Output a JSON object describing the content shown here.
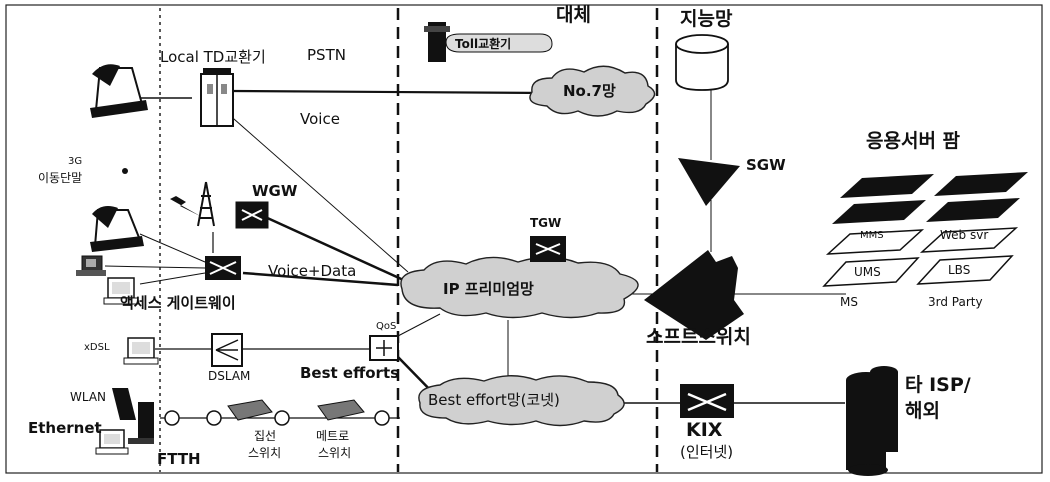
{
  "regions": {
    "pstn": "PSTN",
    "replacement": "대체",
    "intelligent_network": "지능망"
  },
  "nodes": {
    "local_exchange": "Local TD교환기",
    "toll_exchange": "Toll교환기",
    "no7_network": "No.7망",
    "sgw": "SGW",
    "app_server_farm": "응용서버 팜",
    "servers": [
      "MMS",
      "Web svr",
      "UMS",
      "LBS",
      "MS",
      "3rd Party"
    ],
    "mobile_3g_line1": "3G",
    "mobile_3g_line2": "이동단말",
    "wgw": "WGW",
    "tgw": "TGW",
    "access_gateway": "액세스 게이트웨이",
    "ip_premium": "IP 프리미엄망",
    "softswitch": "소프트스위치",
    "qos": "QoS",
    "xdsl": "xDSL",
    "dslam": "DSLAM",
    "best_efforts": "Best efforts",
    "best_effort_net": "Best effort망(코넷)",
    "kix": "KIX",
    "internet": "(인터넷)",
    "other_isp_line1": "타 ISP/",
    "other_isp_line2": "해외",
    "wlan": "WLAN",
    "ethernet": "Ethernet",
    "ftth": "FTTH",
    "aggregation_switch_line1": "집선",
    "aggregation_switch_line2": "스위치",
    "metro_switch_line1": "메트로",
    "metro_switch_line2": "스위치"
  },
  "links": {
    "voice": "Voice",
    "voice_data": "Voice+Data"
  }
}
